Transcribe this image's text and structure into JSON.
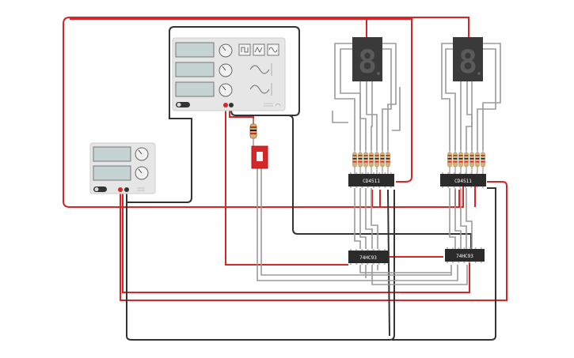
{
  "components": {
    "decoder_left": {
      "label": "CD4511"
    },
    "decoder_right": {
      "label": "CD4511"
    },
    "counter_left": {
      "label": "74HC93"
    },
    "counter_right": {
      "label": "74HC93"
    },
    "function_generator": {
      "waveforms": [
        "square",
        "triangle",
        "sine"
      ]
    },
    "display_left": {
      "digit": "8"
    },
    "display_right": {
      "digit": "8"
    }
  },
  "colors": {
    "wire_red": "#d62728",
    "wire_black": "#333333",
    "wire_gray": "#9a9a9a",
    "chip": "#2b2b2b",
    "display": "#3a3a3a",
    "lcd": "#c6d3d3",
    "panel": "#e6e6e6",
    "switch": "#d62728"
  }
}
